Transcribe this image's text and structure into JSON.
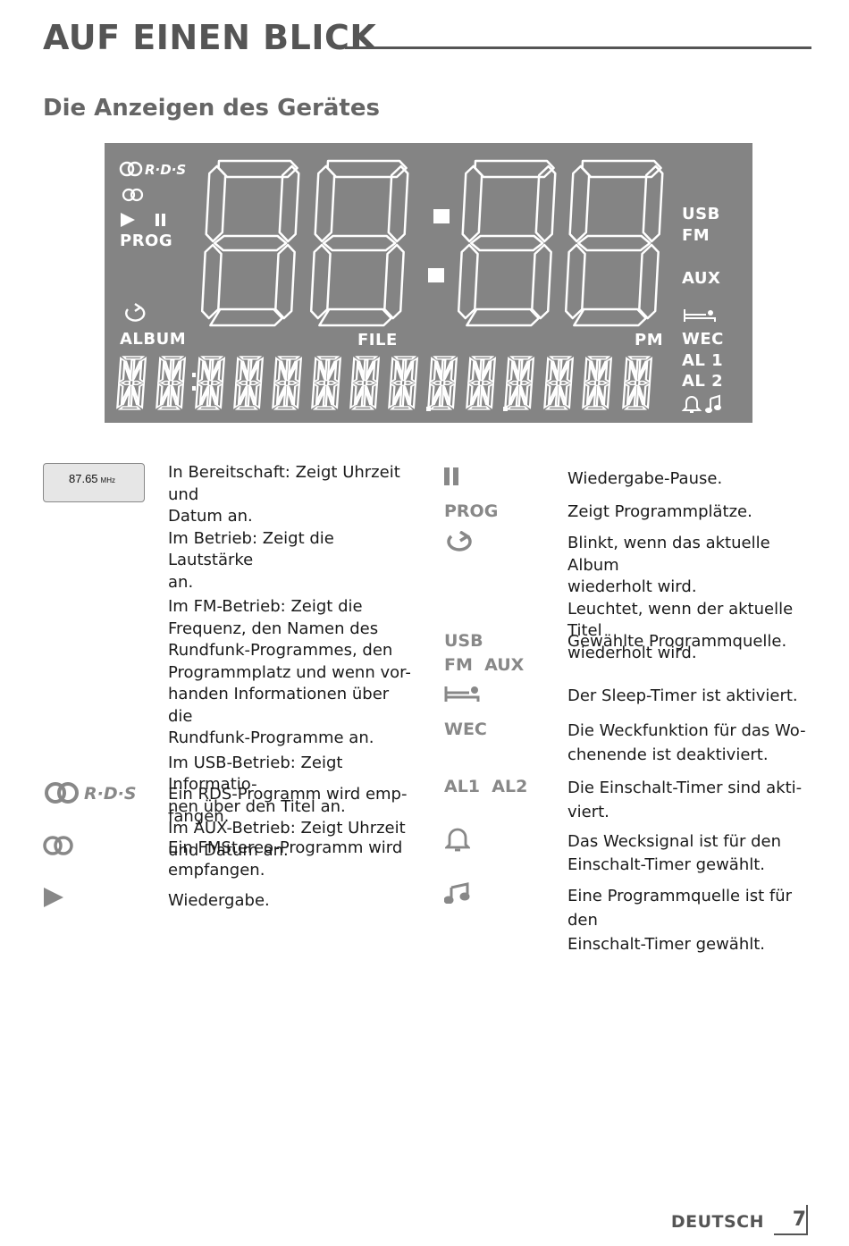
{
  "header": {
    "title": "AUF EINEN BLICK"
  },
  "section": {
    "title": "Die Anzeigen des Gerätes"
  },
  "display": {
    "top_left_labels": {
      "prog": "PROG",
      "album": "ALBUM"
    },
    "file_label": "FILE",
    "pm_label": "PM",
    "right_labels": {
      "usb": "USB",
      "fm": "FM",
      "aux": "AUX",
      "wec": "WEC",
      "al1": "AL 1",
      "al2": "AL 2"
    },
    "rds_text": "R·D·S"
  },
  "left_column": [
    {
      "symbol": "freq-box",
      "freq_value": "87.65",
      "freq_unit": "MHz",
      "lines": [
        "In Bereitschaft: Zeigt Uhrzeit und",
        "Datum an.",
        "Im Betrieb: Zeigt die Lautstärke",
        "an.",
        "Im FM-Betrieb: Zeigt die",
        "Frequenz, den Namen des",
        "Rundfunk-Programmes, den",
        "Programmplatz und wenn vor-",
        "handen Informationen über die",
        "Rundfunk-Programme an.",
        "Im USB-Betrieb: Zeigt Informatio-",
        "nen über den Titel an.",
        "Im AUX-Betrieb: Zeigt Uhrzeit",
        "und Datum an."
      ]
    },
    {
      "symbol": "rds-icon",
      "symbol_text": "R·D·S",
      "lines": [
        "Ein RDS-Programm wird emp-",
        "fangen."
      ]
    },
    {
      "symbol": "stereo-icon",
      "lines": [
        "Ein FMStereo-Programm wird",
        "empfangen."
      ]
    },
    {
      "symbol": "play-icon",
      "lines": [
        "Wiedergabe."
      ]
    }
  ],
  "right_column": [
    {
      "symbol": "pause-icon",
      "lines": [
        "Wiedergabe-Pause."
      ]
    },
    {
      "symbol_text": "PROG",
      "lines": [
        "Zeigt Programmplätze."
      ]
    },
    {
      "symbol": "repeat-icon",
      "lines": [
        "Blinkt, wenn das aktuelle Album",
        "wiederholt wird.",
        "Leuchtet, wenn der aktuelle Titel",
        "wiederholt wird."
      ]
    },
    {
      "symbol_text": "USB",
      "symbol_text2": "FM  AUX",
      "lines": [
        "Gewählte Programmquelle."
      ]
    },
    {
      "symbol": "sleep-icon",
      "lines": [
        "Der Sleep-Timer ist aktiviert."
      ]
    },
    {
      "symbol_text": "WEC",
      "lines": [
        "Die Weckfunktion für das Wo-",
        "chenende ist deaktiviert."
      ]
    },
    {
      "symbol_text": "AL1  AL2",
      "lines": [
        "Die Einschalt-Timer sind akti-",
        "viert."
      ]
    },
    {
      "symbol": "bell-icon",
      "lines": [
        "Das Wecksignal ist für den",
        "Einschalt-Timer gewählt."
      ]
    },
    {
      "symbol": "music-note-icon",
      "lines": [
        "Eine Programmquelle ist für den",
        "Einschalt-Timer gewählt."
      ]
    }
  ],
  "footer": {
    "language": "DEUTSCH",
    "page_number": "7"
  }
}
